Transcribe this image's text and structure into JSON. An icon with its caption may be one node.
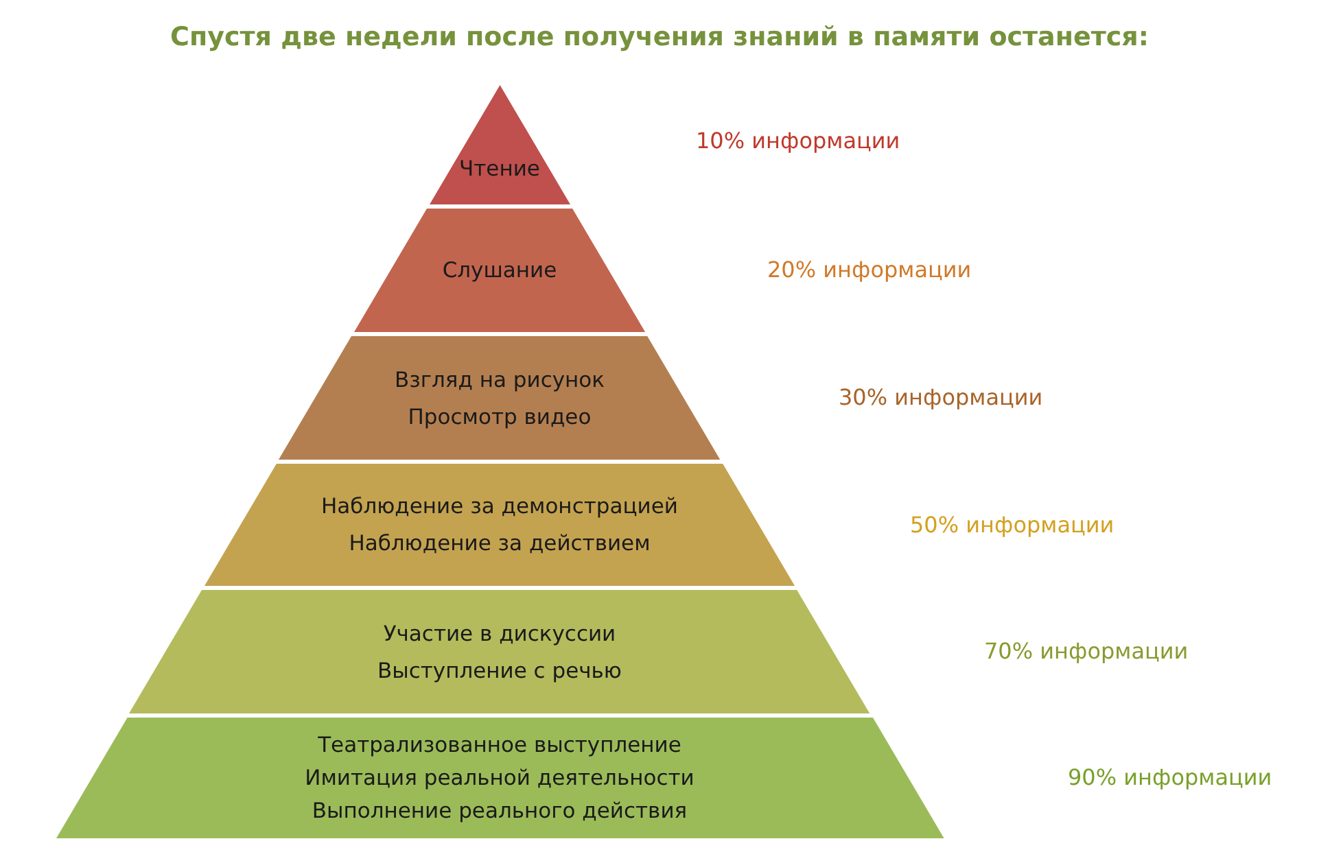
{
  "diagram": {
    "title": "Спустя две недели после получения знаний в памяти останется:",
    "nodes": [
      {
        "text": [
          "Чтение"
        ]
      },
      {
        "text": [
          "Слушание"
        ]
      },
      {
        "text": [
          "Взгляд на рисунок",
          "Просмотр видео"
        ]
      },
      {
        "text": [
          "Наблюдение за демонстрацией",
          "Наблюдение за действием"
        ]
      },
      {
        "text": [
          "Участие в дискуссии",
          "Выступление с речью"
        ]
      },
      {
        "text": [
          "Театрализованное выступление",
          "Имитация реальной деятельности",
          "Выполнение реального действия"
        ]
      }
    ],
    "labels": [
      "10% информации",
      "20% информации",
      "30% информации",
      "50% информации",
      "70% информации",
      "90% информации"
    ]
  }
}
